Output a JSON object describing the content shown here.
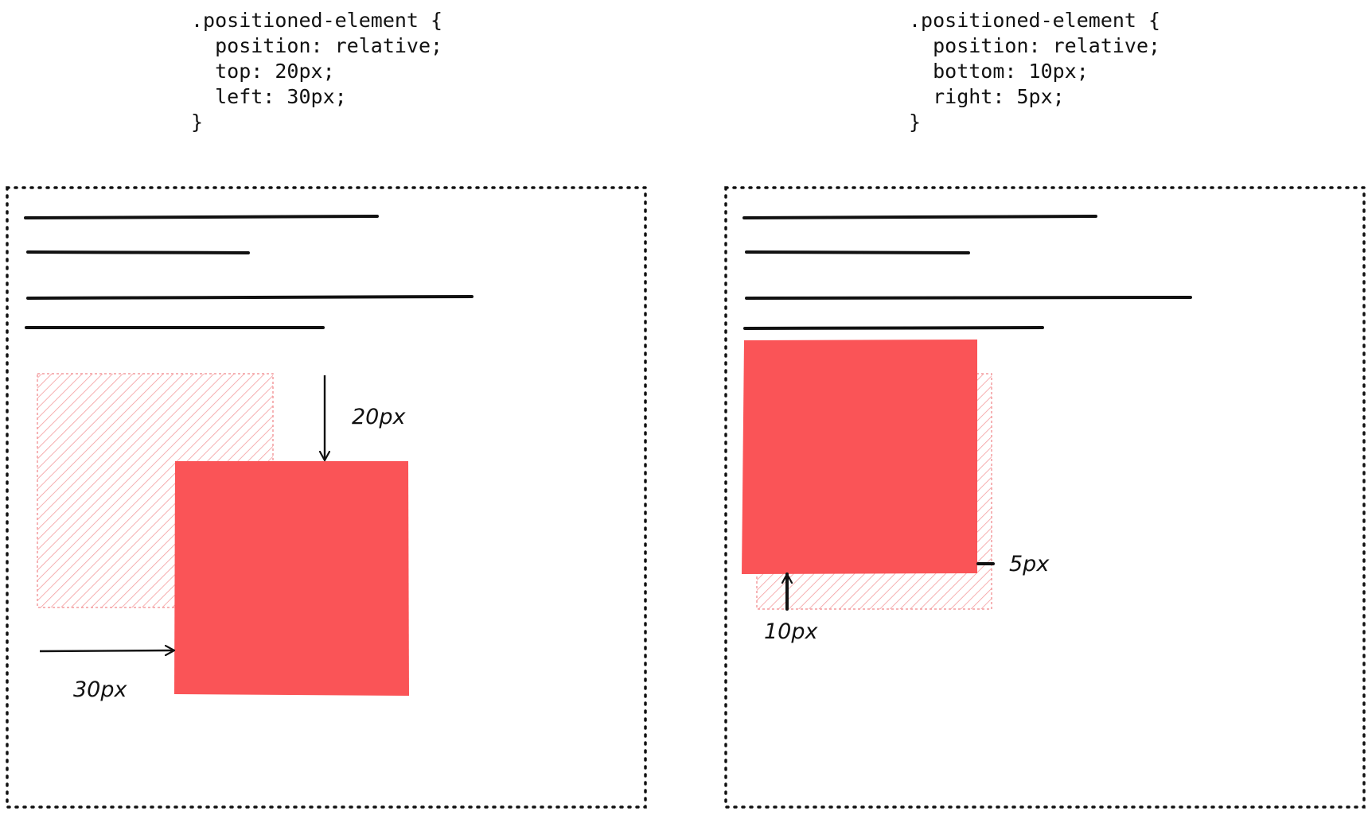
{
  "code_left": {
    "lines": [
      ".positioned-element {",
      "  position: relative;",
      "  top: 20px;",
      "  left: 30px;",
      "}"
    ]
  },
  "code_right": {
    "lines": [
      ".positioned-element {",
      "  position: relative;",
      "  bottom: 10px;",
      "  right: 5px;",
      "}"
    ]
  },
  "labels": {
    "left_top_offset": "20px",
    "left_left_offset": "30px",
    "right_right_offset": "5px",
    "right_bottom_offset": "10px"
  },
  "colors": {
    "element_fill": "#fa5457",
    "hatch": "#f49b9d",
    "ink": "#111111"
  }
}
